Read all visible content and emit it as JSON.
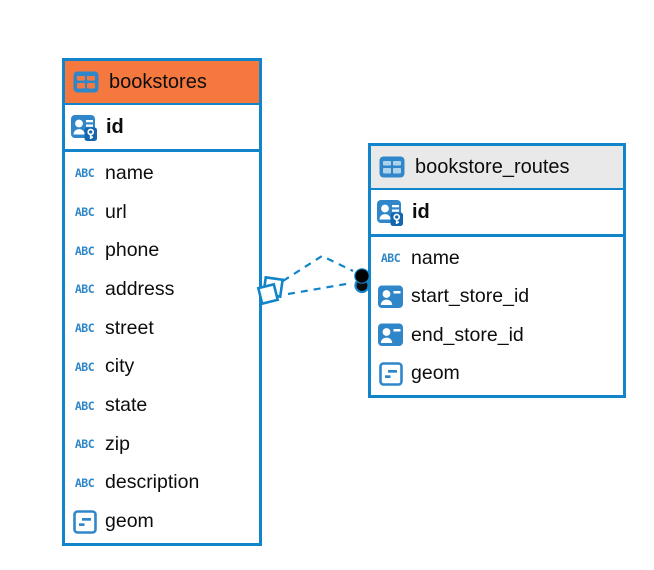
{
  "canvas": {
    "background": "#FFFFFF",
    "accent_blue": "#1285CA",
    "icon_blue": "#2F87C9",
    "key_badge_color": "#1467AE",
    "text_color": "#0D0D0D"
  },
  "icons": {
    "text_label": "ABC"
  },
  "tables": [
    {
      "name": "bookstores",
      "header_bg": "#F5783F",
      "icon_cell_color": "#F5783F",
      "primary_key": {
        "label": "id"
      },
      "columns": [
        {
          "label": "name",
          "type": "text"
        },
        {
          "label": "url",
          "type": "text"
        },
        {
          "label": "phone",
          "type": "text"
        },
        {
          "label": "address",
          "type": "text"
        },
        {
          "label": "street",
          "type": "text"
        },
        {
          "label": "city",
          "type": "text"
        },
        {
          "label": "state",
          "type": "text"
        },
        {
          "label": "zip",
          "type": "text"
        },
        {
          "label": "description",
          "type": "text"
        },
        {
          "label": "geom",
          "type": "geometry"
        }
      ]
    },
    {
      "name": "bookstore_routes",
      "header_bg": "#E9E9E9",
      "icon_cell_color": "#AFD3EB",
      "primary_key": {
        "label": "id"
      },
      "columns": [
        {
          "label": "name",
          "type": "text"
        },
        {
          "label": "start_store_id",
          "type": "foreign-key"
        },
        {
          "label": "end_store_id",
          "type": "foreign-key"
        },
        {
          "label": "geom",
          "type": "geometry"
        }
      ]
    }
  ],
  "relationship": {
    "from_table": "bookstores",
    "to_table": "bookstore_routes",
    "line_style": "dashed",
    "line_count": 2
  }
}
